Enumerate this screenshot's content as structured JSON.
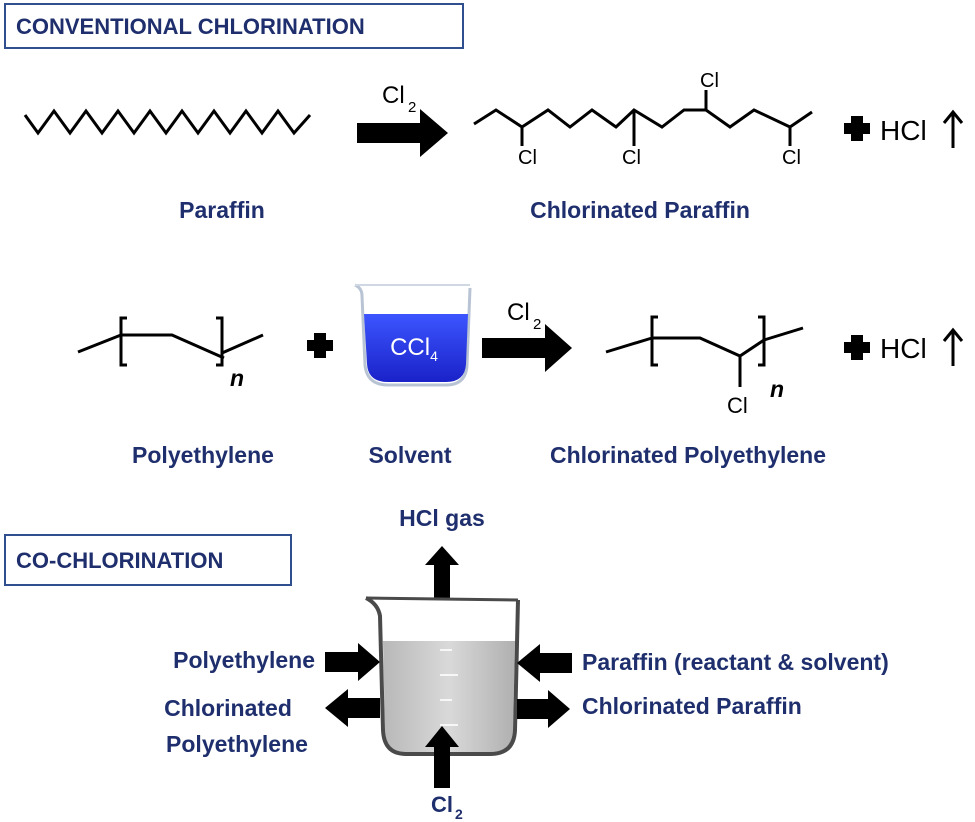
{
  "sections": {
    "conventional_title": "CONVENTIONAL CHLORINATION",
    "co_title": "CO-CHLORINATION"
  },
  "reaction1": {
    "reactant_label": "Paraffin",
    "product_label": "Chlorinated Paraffin",
    "reagent": "Cl",
    "reagent_sub": "2",
    "substituent": "Cl",
    "byproduct": "HCl"
  },
  "reaction2": {
    "reactant_label": "Polyethylene",
    "solvent_label": "Solvent",
    "solvent_formula": "CCl",
    "solvent_sub": "4",
    "reagent": "Cl",
    "reagent_sub": "2",
    "product_label": "Chlorinated Polyethylene",
    "substituent": "Cl",
    "repeat": "n",
    "byproduct": "HCl"
  },
  "cochlorination": {
    "gas_out": "HCl gas",
    "input_left": "Polyethylene",
    "output_left_line1": "Chlorinated",
    "output_left_line2": "Polyethylene",
    "input_right": "Paraffin (reactant & solvent)",
    "output_right": "Chlorinated Paraffin",
    "reagent": "Cl",
    "reagent_sub": "2"
  },
  "colors": {
    "title_text": "#1f2f6e",
    "box_border": "#2f4f8f",
    "solvent_blue": "#1a2fe0",
    "reactor_liquid": "#c9c9c9"
  }
}
